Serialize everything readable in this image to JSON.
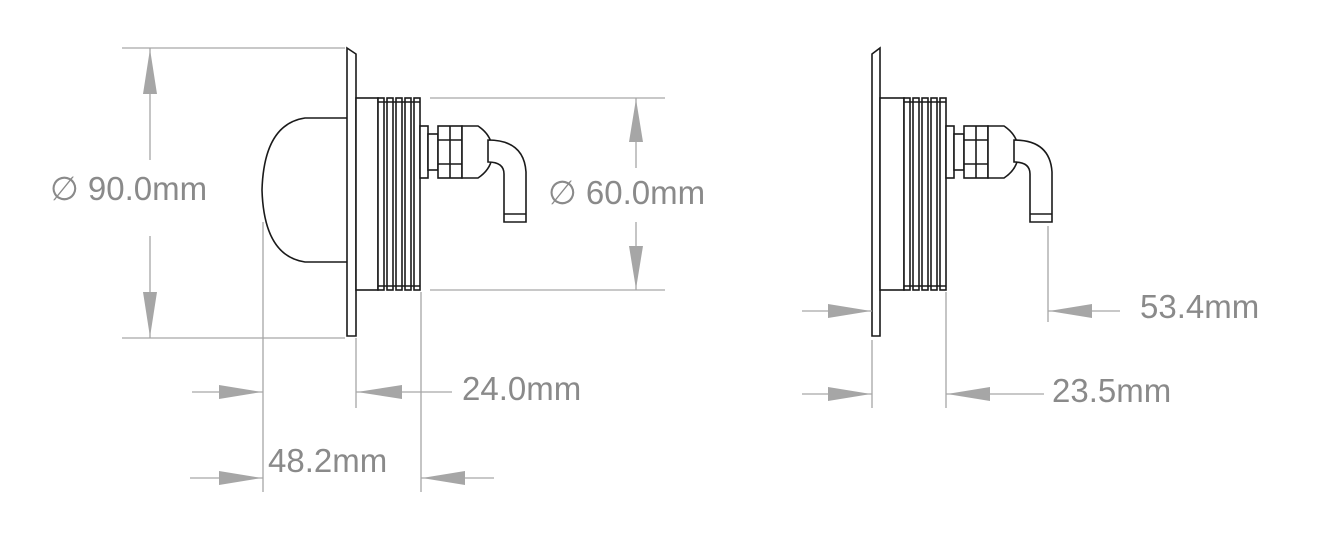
{
  "dimensions": {
    "front_diameter": "90.0mm",
    "body_diameter": "60.0mm",
    "flange_to_back": "24.0mm",
    "dome_depth": "48.2mm",
    "cable_extent": "53.4mm",
    "alt_body_depth": "23.5mm"
  },
  "symbols": {
    "diameter": "∅"
  }
}
